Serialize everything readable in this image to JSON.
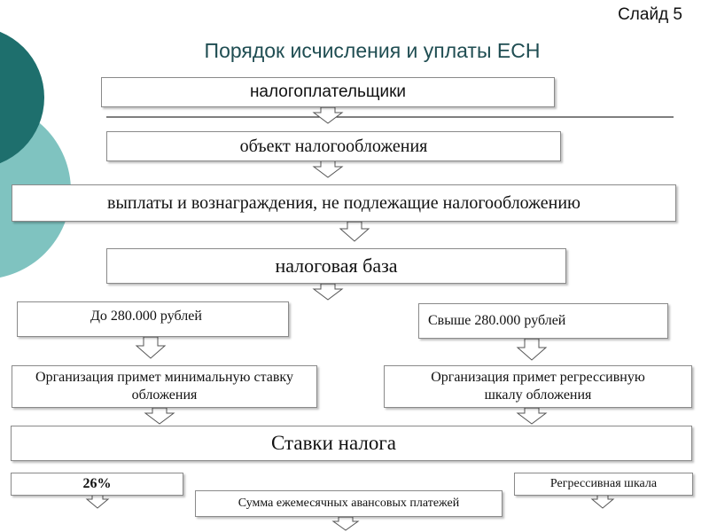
{
  "slide_label": "Слайд 5",
  "title": "Порядок исчисления и уплаты ЕСН",
  "nodes": {
    "taxpayers": "налогоплательщики",
    "object": "объект налогообложения",
    "exempt": "выплаты и вознаграждения, не подлежащие налогообложению",
    "base": "налоговая база",
    "up_to": "До 280.000 рублей",
    "over": "Свыше 280.000 рублей",
    "min_rate": "Организация примет минимальную ставку обложения",
    "regressive_scale": "Организация примет регрессивную шкалу обложения",
    "rates": "Ставки налога",
    "rate_26": "26%",
    "advance_payments": "Сумма ежемесячных авансовых платежей",
    "regressive": "Регрессивная шкала"
  },
  "colors": {
    "title": "#1f4d52",
    "circle_dark": "#1e6f6d",
    "circle_light": "#7fc3c0",
    "box_border": "#8a8a8a"
  }
}
